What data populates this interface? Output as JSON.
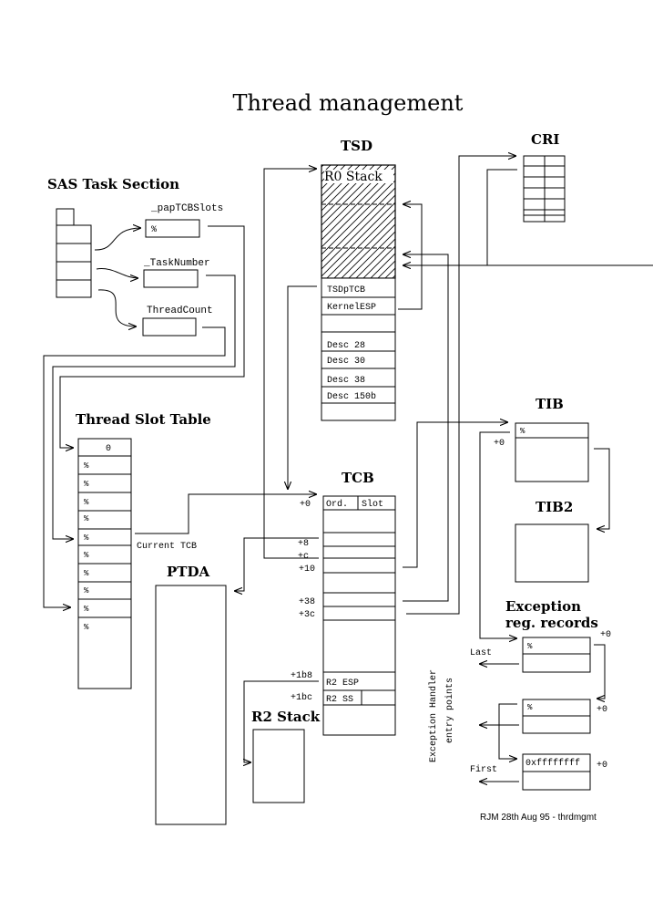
{
  "title": "Thread management",
  "footer": "RJM 28th Aug 95 - thrdmgmt",
  "sas": {
    "heading": "SAS Task Section",
    "fields": [
      "_papTCBSlots",
      "_TaskNumber",
      "ThreadCount"
    ],
    "pointer_mark": "%"
  },
  "slot_table": {
    "heading": "Thread Slot Table",
    "first_entry": "0",
    "entries": [
      "%",
      "%",
      "%",
      "%",
      "%",
      "%",
      "%",
      "%",
      "%",
      "%"
    ],
    "current_label": "Current TCB"
  },
  "tsd": {
    "heading": "TSD",
    "stack_label": "R0 Stack",
    "rows": [
      "TSDpTCB",
      "KernelESP",
      "",
      "Desc 28",
      "Desc 30",
      "Desc 38",
      "Desc 150b"
    ]
  },
  "cri": {
    "heading": "CRI"
  },
  "tcb": {
    "heading": "TCB",
    "col_ord": "Ord.",
    "col_slot": "Slot",
    "offsets": [
      "+0",
      "+8",
      "+c",
      "+10",
      "+38",
      "+3c",
      "+1b8",
      "+1bc"
    ],
    "r2_esp": "R2 ESP",
    "r2_ss": "R2 SS"
  },
  "ptda": {
    "heading": "PTDA"
  },
  "r2stack": {
    "heading": "R2 Stack"
  },
  "tib": {
    "heading": "TIB",
    "mark": "%",
    "offset": "+0"
  },
  "tib2": {
    "heading": "TIB2"
  },
  "exception": {
    "heading_line1": "Exception",
    "heading_line2": "reg. records",
    "records": [
      {
        "value": "%",
        "offset": "+0"
      },
      {
        "value": "%",
        "offset": "+0"
      },
      {
        "value": "0xffffffff",
        "offset": "+0"
      }
    ],
    "last_label": "Last",
    "first_label": "First",
    "handler_line1": "Exception Handler",
    "handler_line2": "entry points"
  }
}
